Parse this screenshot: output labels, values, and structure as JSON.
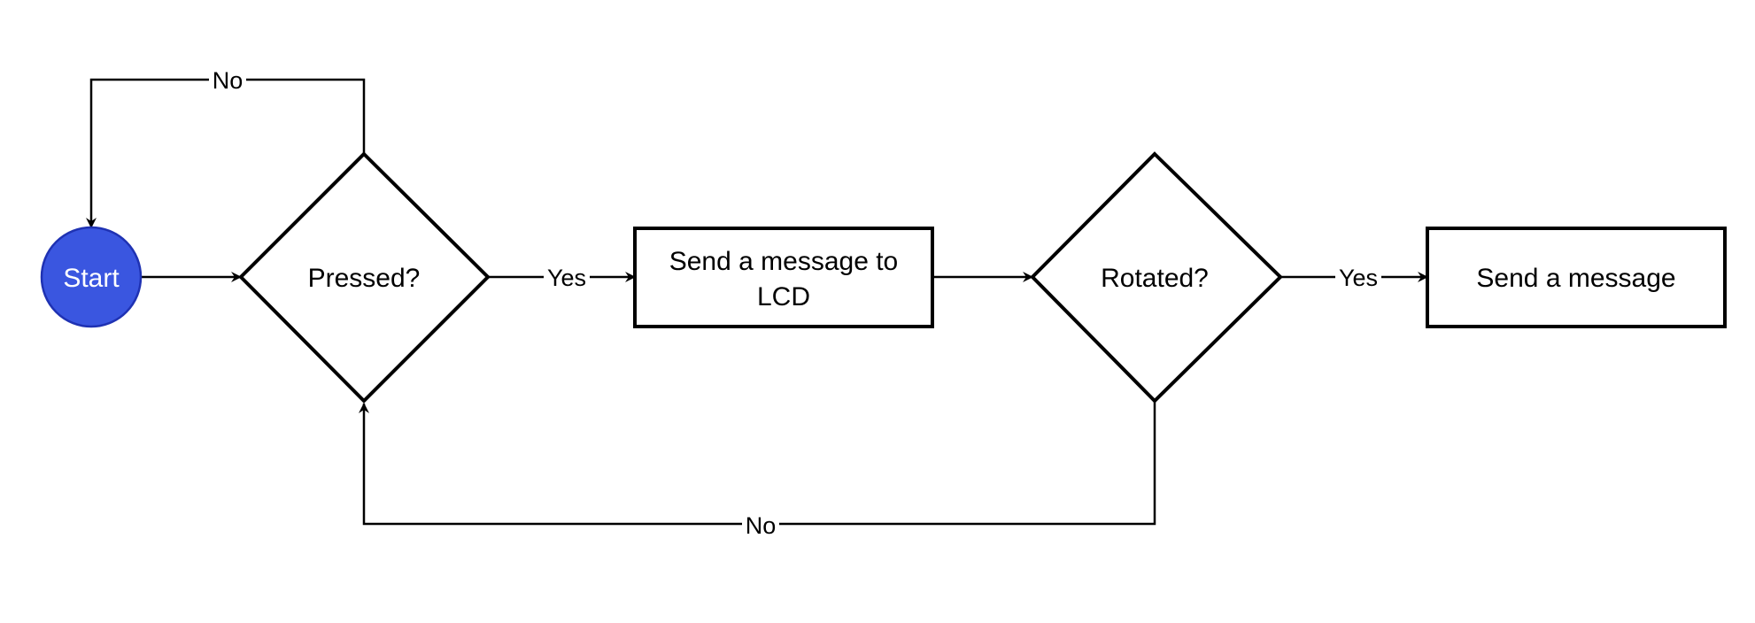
{
  "diagram": {
    "nodes": {
      "start": {
        "label": "Start",
        "shape": "circle",
        "fill": "#3a56e0",
        "stroke": "#1f32b3"
      },
      "pressed": {
        "label": "Pressed?",
        "shape": "diamond"
      },
      "send_lcd": {
        "label_line1": "Send a message to",
        "label_line2": "LCD",
        "shape": "rectangle"
      },
      "rotated": {
        "label": "Rotated?",
        "shape": "diamond"
      },
      "send_message": {
        "label": "Send a message",
        "shape": "rectangle"
      }
    },
    "edges": {
      "start_to_pressed": {
        "from": "start",
        "to": "pressed",
        "label": ""
      },
      "pressed_no_loop": {
        "from": "pressed",
        "to": "start",
        "label": "No"
      },
      "pressed_yes": {
        "from": "pressed",
        "to": "send_lcd",
        "label": "Yes"
      },
      "lcd_to_rotated": {
        "from": "send_lcd",
        "to": "rotated",
        "label": ""
      },
      "rotated_yes": {
        "from": "rotated",
        "to": "send_message",
        "label": "Yes"
      },
      "rotated_no": {
        "from": "rotated",
        "to": "pressed",
        "label": "No"
      }
    }
  }
}
